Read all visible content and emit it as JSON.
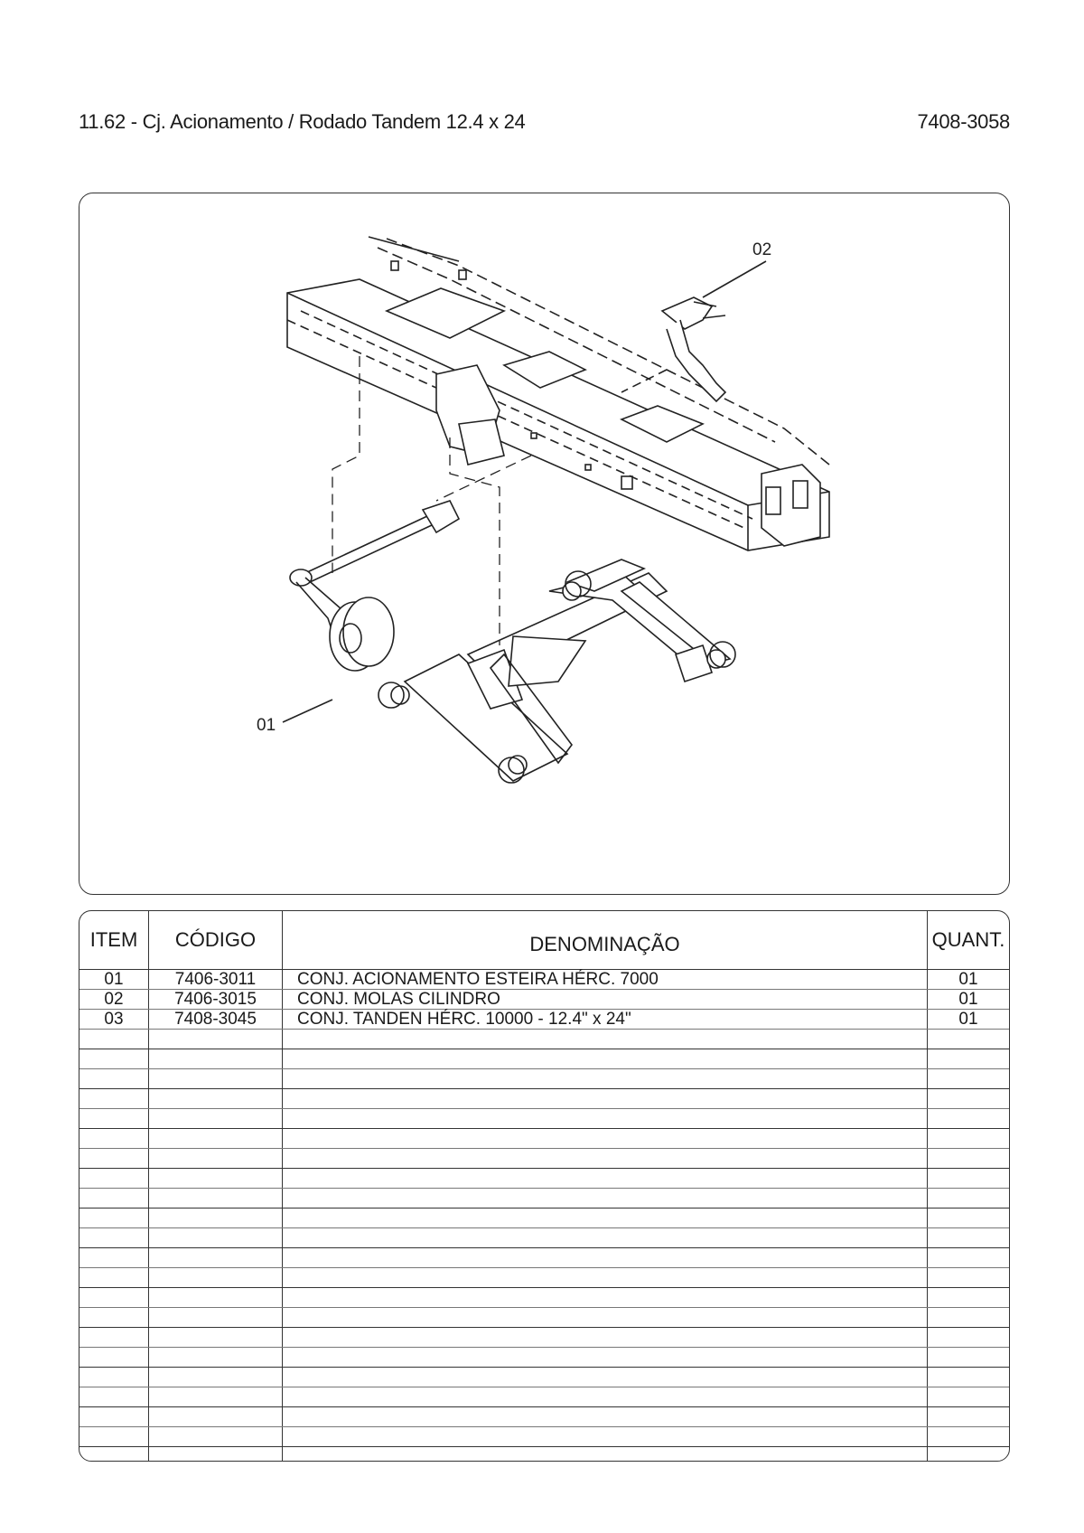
{
  "header": {
    "title": "11.62 - Cj. Acionamento / Rodado Tandem 12.4 x 24",
    "code": "7408-3058"
  },
  "diagram": {
    "callouts": [
      "01",
      "02"
    ]
  },
  "table": {
    "columns": [
      "ITEM",
      "CÓDIGO",
      "DENOMINAÇÃO",
      "QUANT."
    ],
    "rows": [
      {
        "item": "01",
        "code": "7406-3011",
        "desc": "CONJ. ACIONAMENTO ESTEIRA HÉRC. 7000",
        "qty": "01"
      },
      {
        "item": "02",
        "code": "7406-3015",
        "desc": "CONJ. MOLAS CILINDRO",
        "qty": "01"
      },
      {
        "item": "03",
        "code": "7408-3045",
        "desc": "CONJ. TANDEN HÉRC. 10000 - 12.4\" x 24\"",
        "qty": "01"
      }
    ],
    "empty_rows": 22
  }
}
